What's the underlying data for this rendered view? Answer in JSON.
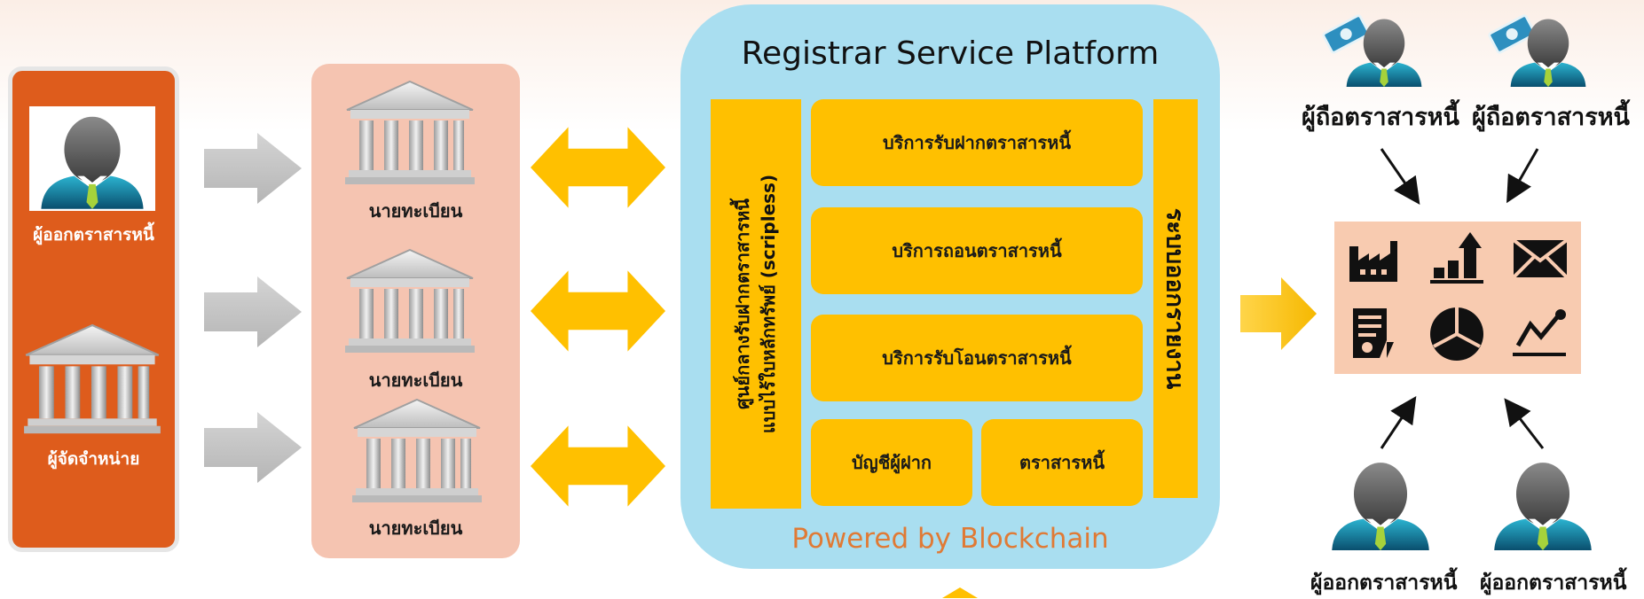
{
  "left_panel": {
    "issuer_label": "ผู้ออกตราสารหนี้",
    "distributor_label": "ผู้จัดจำหน่าย"
  },
  "registrars": [
    {
      "label": "นายทะเบียน"
    },
    {
      "label": "นายทะเบียน"
    },
    {
      "label": "นายทะเบียน"
    }
  ],
  "platform": {
    "title": "Registrar Service Platform",
    "vertical_left_line1": "ศูนย์กลางรับฝากตราสารหนี้",
    "vertical_left_line2": "แบบไร้ใบหลักทรัพย์ (scripless)",
    "vertical_right": "ระบบออกรายงาน",
    "services": [
      "บริการรับฝากตราสารหนี้",
      "บริการถอนตราสารหนี้",
      "บริการรับโอนตราสารหนี้"
    ],
    "account_label": "บัญชีผู้ฝาก",
    "bond_label": "ตราสารหนี้",
    "footer": "Powered by Blockchain"
  },
  "right": {
    "holders": [
      "ผู้ถือตราสารหนี้",
      "ผู้ถือตราสารหนี้"
    ],
    "issuers": [
      "ผู้ออกตราสารหนี้",
      "ผู้ออกตราสารหนี้"
    ],
    "report_icons": [
      "factory-icon",
      "growth-chart-icon",
      "envelope-icon",
      "certificate-icon",
      "pie-chart-icon",
      "line-chart-icon"
    ]
  },
  "colors": {
    "orange_panel": "#de5c1c",
    "pink_panel": "#f5c4b1",
    "platform": "#a9def0",
    "yellow": "#ffc000",
    "gray_arrow": "#c8c8c8",
    "footer_text": "#e07a35"
  }
}
